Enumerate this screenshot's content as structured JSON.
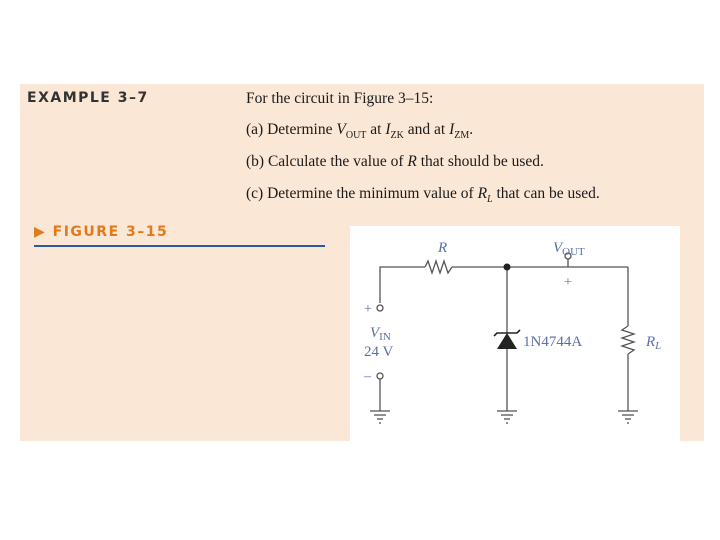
{
  "example": {
    "label": "EXAMPLE 3–7"
  },
  "problem": {
    "intro": "For the circuit in Figure 3–15:",
    "parts": [
      {
        "tag": "(a)",
        "pre": "Determine ",
        "v": "V",
        "vsub": "OUT",
        "mid": " at ",
        "i1": "I",
        "i1sub": "ZK",
        "and": " and at ",
        "i2": "I",
        "i2sub": "ZM",
        "end": "."
      },
      {
        "tag": "(b)",
        "text1": "Calculate the value of ",
        "var": "R",
        "text2": " that should be used."
      },
      {
        "tag": "(c)",
        "text1": "Determine the minimum value of ",
        "var": "R",
        "varsub": "L",
        "text2": " that can be used."
      }
    ]
  },
  "figure": {
    "label": "FIGURE 3–15",
    "resistor": "R",
    "vout": "V",
    "vout_sub": "OUT",
    "plus_out": "+",
    "plus_in": "+",
    "minus_in": "–",
    "vin": "V",
    "vin_sub": "IN",
    "vin_value": "24 V",
    "zener": "1N4744A",
    "load": "R",
    "load_sub": "L"
  },
  "colors": {
    "panel": "#fbe7d6",
    "figure_label": "#e07a1c",
    "rule": "#2a5aa0",
    "circuit_label": "#5a6fa8"
  }
}
